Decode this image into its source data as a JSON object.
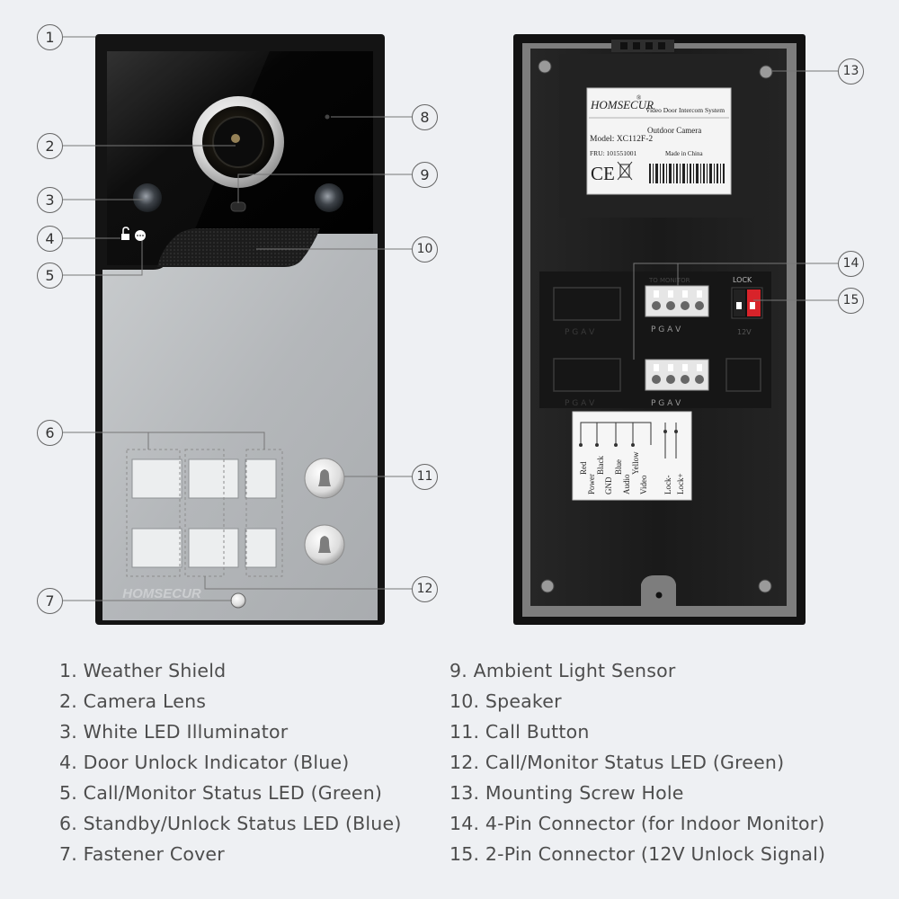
{
  "front_panel": {
    "brand": "HOMSECUR"
  },
  "back_panel": {
    "sticker": {
      "brand": "HOMSECUR",
      "registered": "®",
      "product": "Video Door Intercom System",
      "model": "Model: XC112F-2",
      "camera": "Outdoor Camera",
      "fru": "FRU: 101551001",
      "made_in": "Made in China",
      "ce_mark": "CE"
    },
    "terminal_labels": {
      "lock": "LOCK",
      "row1": "P  G  A  V",
      "row2": "P  G  A  V",
      "to_monitor": "TO MONITOR",
      "twelve_v": "12V"
    },
    "wiring_card": {
      "wires": [
        {
          "color": "Red",
          "signal": "Power"
        },
        {
          "color": "Black",
          "signal": "GND"
        },
        {
          "color": "Blue",
          "signal": "Audio"
        },
        {
          "color": "Yellow",
          "signal": "Video"
        }
      ],
      "lock_minus": "Lock-",
      "lock_plus": "Lock+"
    }
  },
  "callouts": [
    "1",
    "2",
    "3",
    "4",
    "5",
    "6",
    "7",
    "8",
    "9",
    "10",
    "11",
    "12",
    "13",
    "14",
    "15"
  ],
  "legend_left": [
    "1. Weather Shield",
    "2. Camera Lens",
    "3. White LED Illuminator",
    "4. Door Unlock Indicator (Blue)",
    "5. Call/Monitor Status LED (Green)",
    "6. Standby/Unlock Status LED (Blue)",
    "7. Fastener Cover"
  ],
  "legend_right": [
    "9. Ambient Light Sensor",
    "10. Speaker",
    "11. Call Button",
    "12. Call/Monitor Status LED (Green)",
    "13. Mounting Screw Hole",
    "14. 4-Pin Connector (for Indoor Monitor)",
    "15. 2-Pin Connector (12V Unlock Signal)"
  ],
  "colors": {
    "background": "#eef0f3",
    "housing": "#1c1c1c",
    "faceplate": "#b9bcbf",
    "terminal_red": "#d8232a",
    "legend_text": "#4d4d4d"
  }
}
